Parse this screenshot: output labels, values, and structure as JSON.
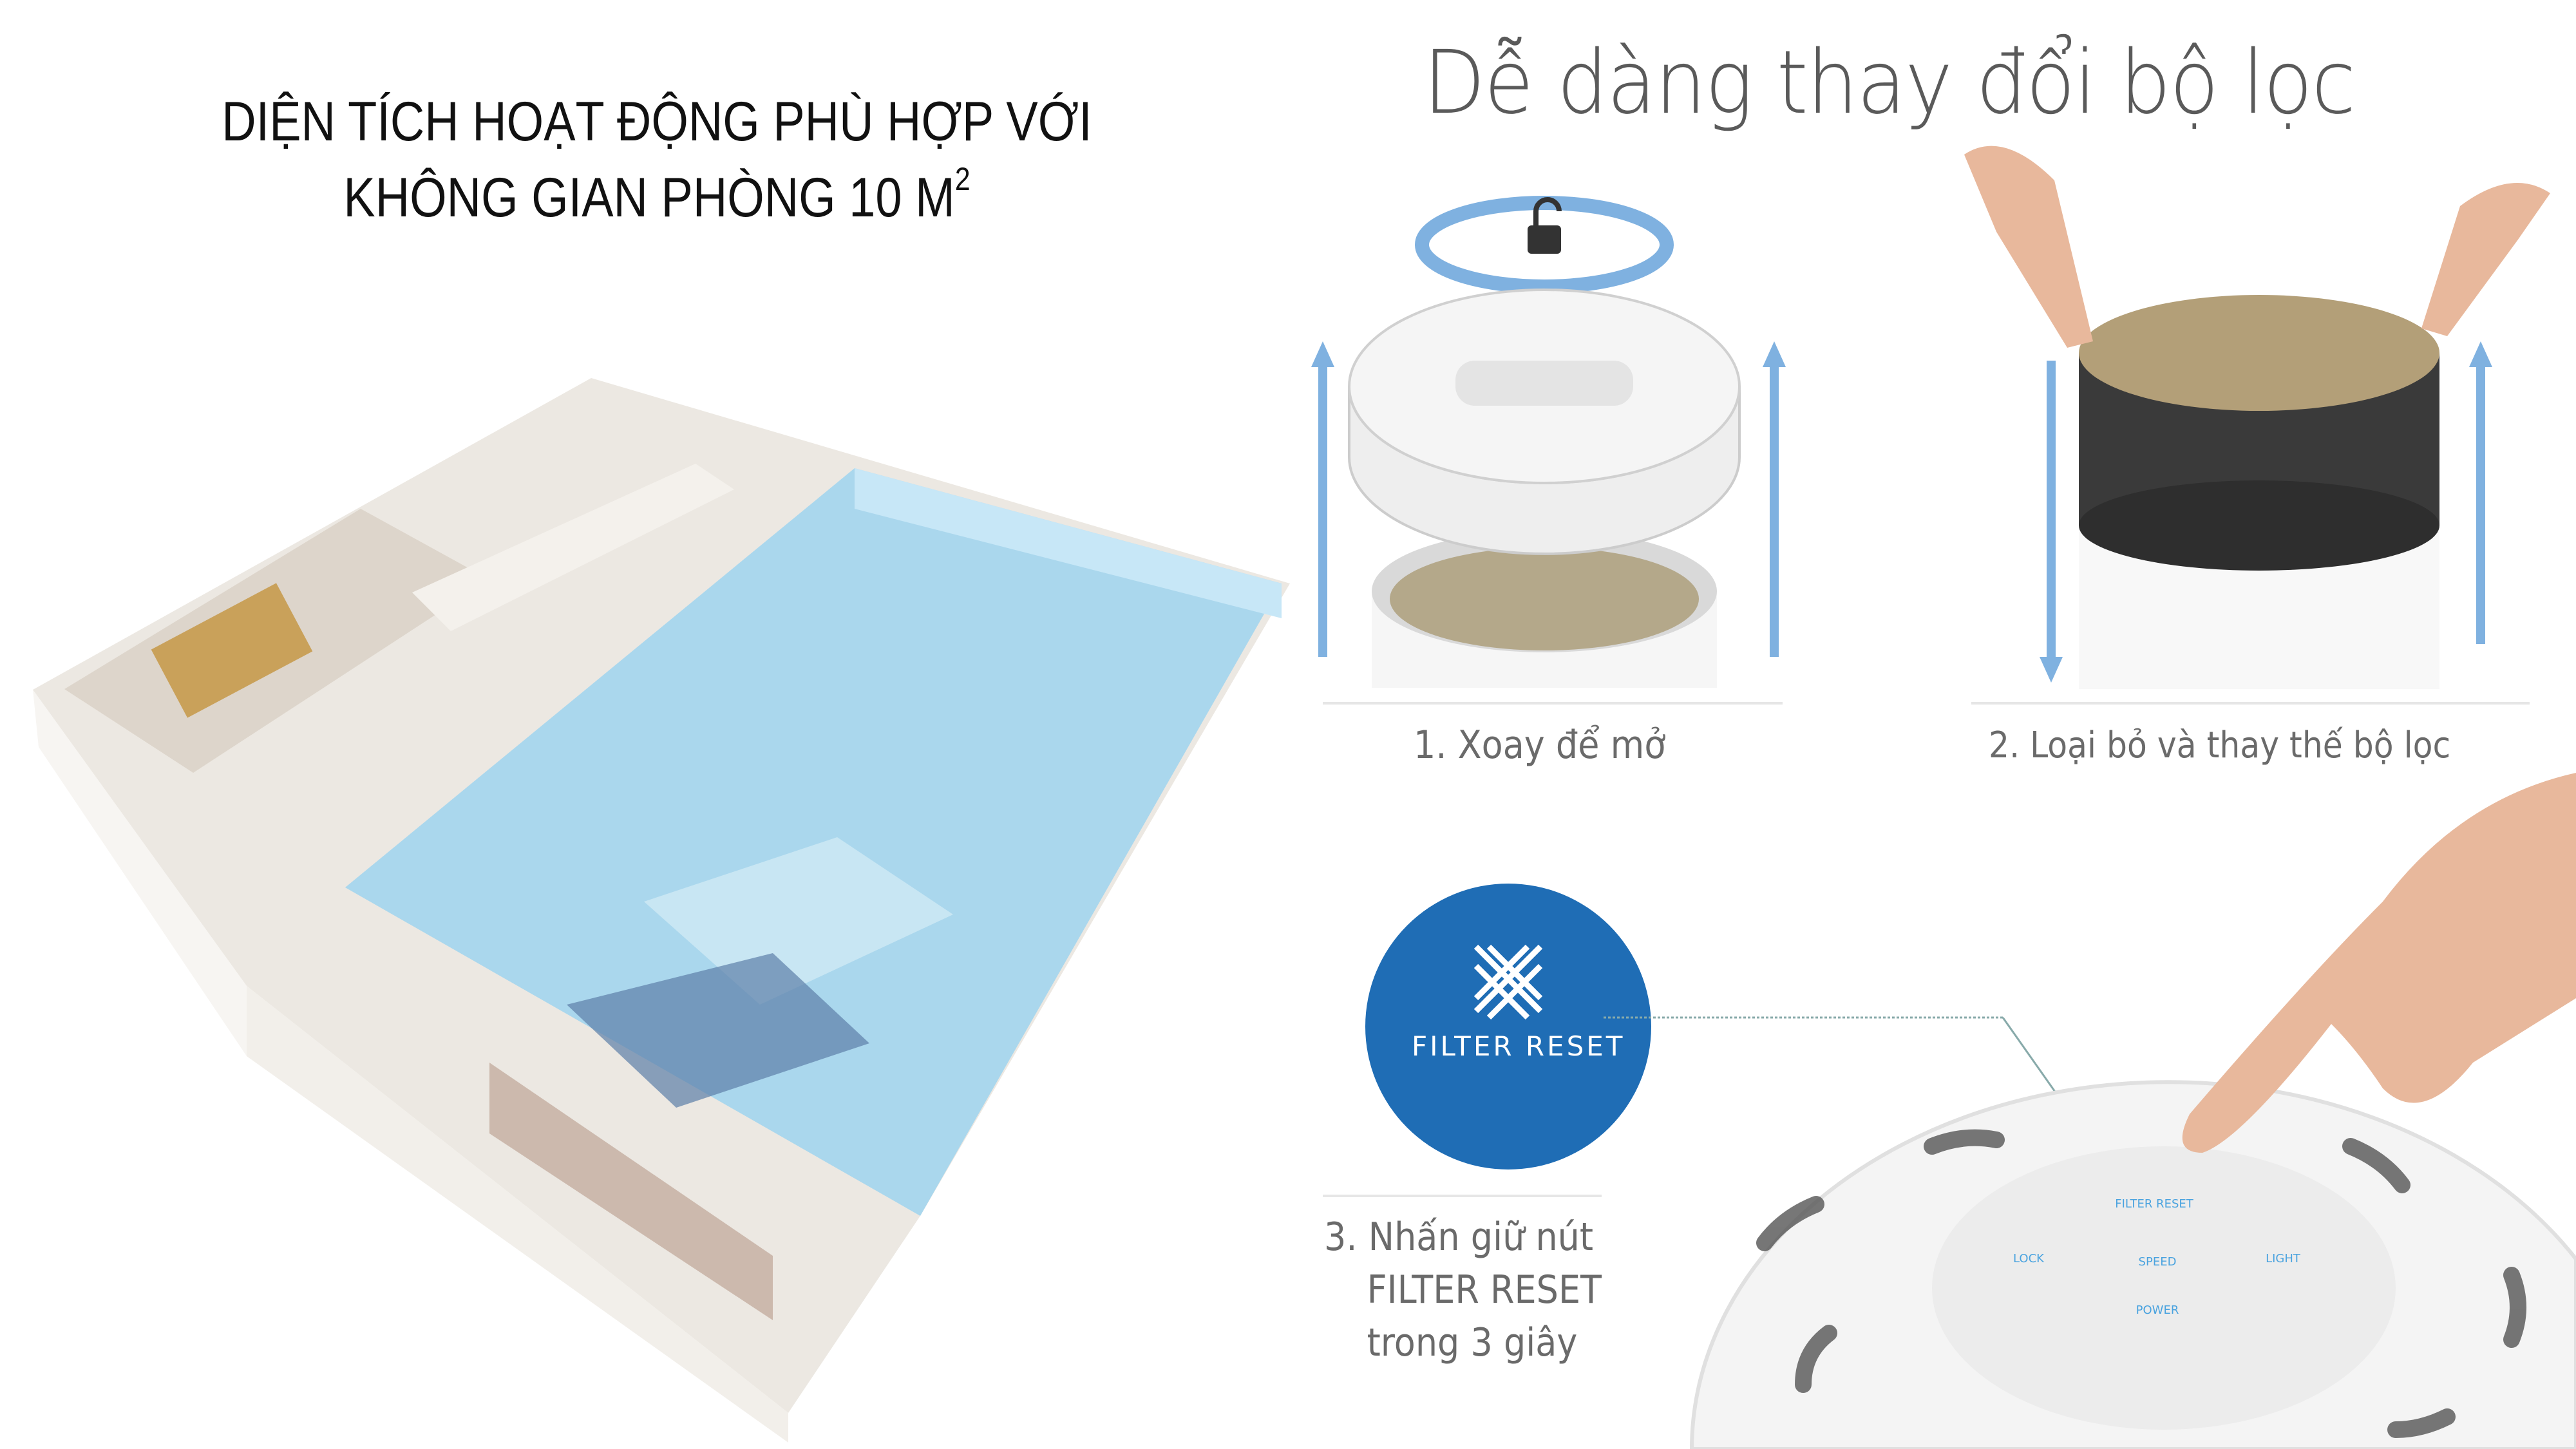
{
  "left": {
    "title_line1": "DIỆN TÍCH HOẠT ĐỘNG PHÙ HỢP VỚI",
    "title_line2": "KHÔNG GIAN PHÒNG 10 M",
    "title_sup": "2"
  },
  "right": {
    "title": "Dễ dàng thay đổi bộ lọc",
    "steps": [
      {
        "label": "1. Xoay để mở"
      },
      {
        "label": "2. Loại bỏ và thay thế bộ lọc"
      },
      {
        "line1": "3. Nhấn giữ nút",
        "line2": "FILTER RESET",
        "line3": "trong 3 giây"
      }
    ],
    "badge": {
      "label": "FILTER RESET",
      "icon": "filter-mesh-icon",
      "color": "#1f6db5"
    },
    "panel_buttons": [
      "FILTER RESET",
      "LOCK",
      "SPEED",
      "LIGHT",
      "POWER"
    ]
  },
  "colors": {
    "accent_blue": "#1f6db5",
    "arrow_blue": "#7fb1e0",
    "room_blue": "#9fd3ef"
  }
}
